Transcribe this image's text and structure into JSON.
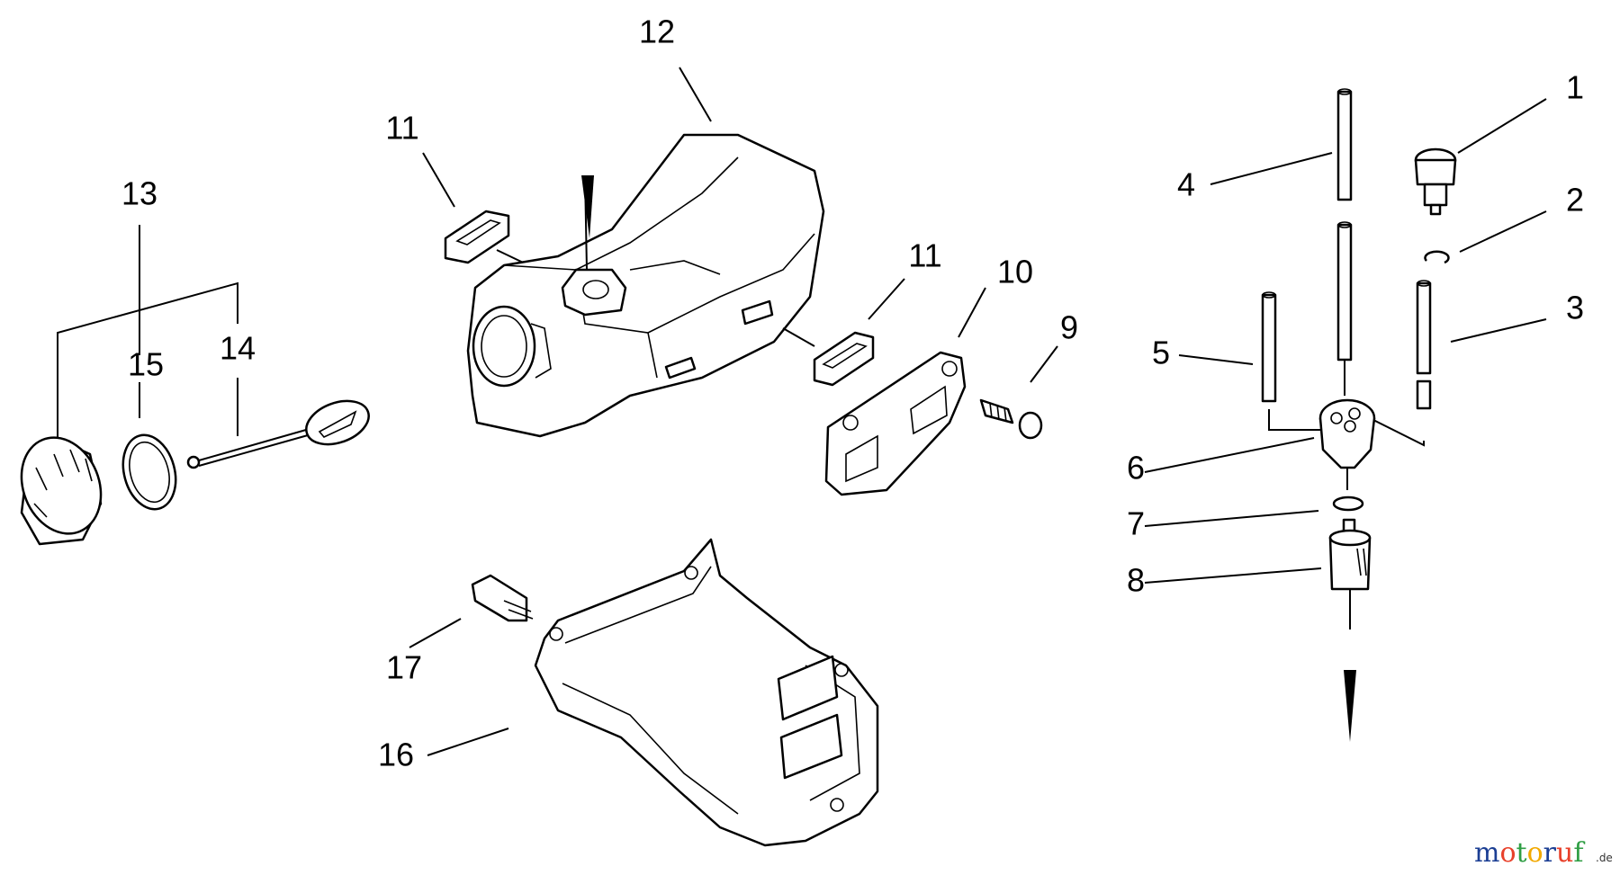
{
  "callouts": [
    "1",
    "2",
    "3",
    "4",
    "5",
    "6",
    "7",
    "8",
    "9",
    "10",
    "11",
    "11",
    "12",
    "13",
    "14",
    "15",
    "16",
    "17"
  ],
  "watermark": {
    "letters": [
      "m",
      "o",
      "t",
      "o",
      "r",
      "u",
      "f"
    ],
    "colors": [
      "#1c3f94",
      "#e8412b",
      "#2f9e44",
      "#f2a900",
      "#1c3f94",
      "#e8412b",
      "#2f9e44"
    ],
    "tld": ".de"
  },
  "icons": [
    "flow-arrow-down-icon",
    "flow-arrow-down-icon"
  ]
}
